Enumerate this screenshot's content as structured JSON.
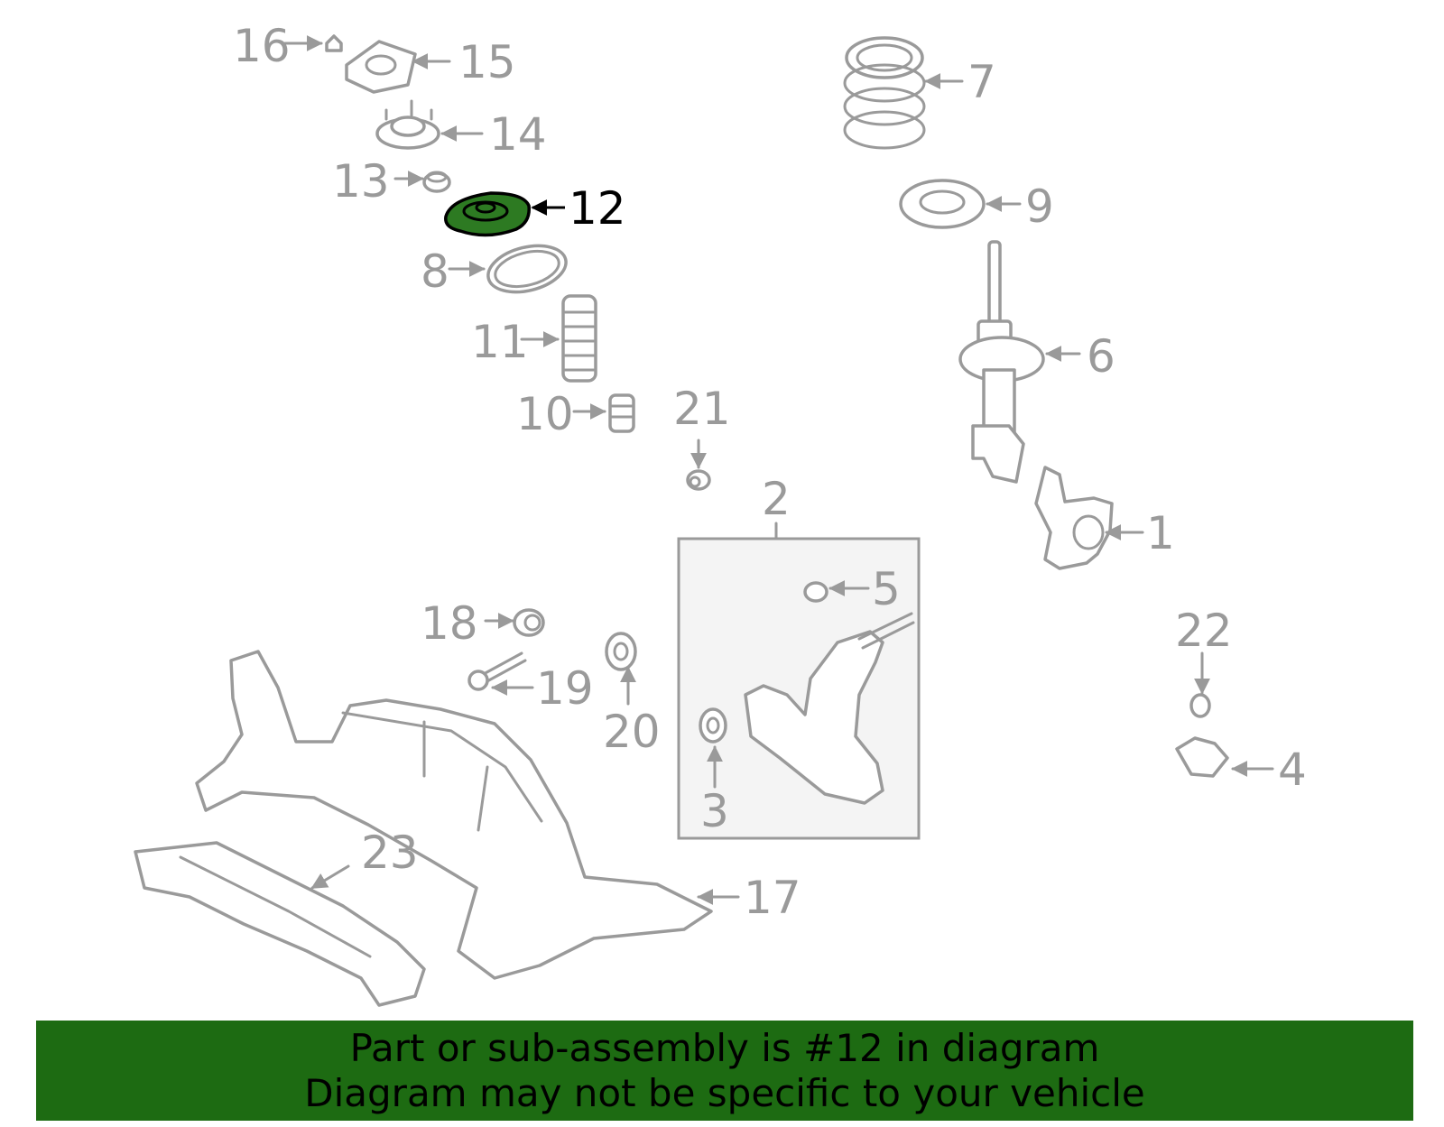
{
  "diagram": {
    "callouts": [
      {
        "id": "1",
        "label": "1"
      },
      {
        "id": "2",
        "label": "2"
      },
      {
        "id": "3",
        "label": "3"
      },
      {
        "id": "4",
        "label": "4"
      },
      {
        "id": "5",
        "label": "5"
      },
      {
        "id": "6",
        "label": "6"
      },
      {
        "id": "7",
        "label": "7"
      },
      {
        "id": "8",
        "label": "8"
      },
      {
        "id": "9",
        "label": "9"
      },
      {
        "id": "10",
        "label": "10"
      },
      {
        "id": "11",
        "label": "11"
      },
      {
        "id": "12",
        "label": "12"
      },
      {
        "id": "13",
        "label": "13"
      },
      {
        "id": "14",
        "label": "14"
      },
      {
        "id": "15",
        "label": "15"
      },
      {
        "id": "16",
        "label": "16"
      },
      {
        "id": "17",
        "label": "17"
      },
      {
        "id": "18",
        "label": "18"
      },
      {
        "id": "19",
        "label": "19"
      },
      {
        "id": "20",
        "label": "20"
      },
      {
        "id": "21",
        "label": "21"
      },
      {
        "id": "22",
        "label": "22"
      },
      {
        "id": "23",
        "label": "23"
      }
    ],
    "highlighted_part": "12",
    "colors": {
      "line_art": "#9a9a9a",
      "highlight_fill": "#2d7a22",
      "highlight_label": "#000000",
      "banner_background": "#1d6b12",
      "subassembly_box": "#f4f4f4"
    }
  },
  "banner": {
    "line1": "Part or sub-assembly is #12 in diagram",
    "line2": "Diagram may not be specific to your vehicle"
  }
}
